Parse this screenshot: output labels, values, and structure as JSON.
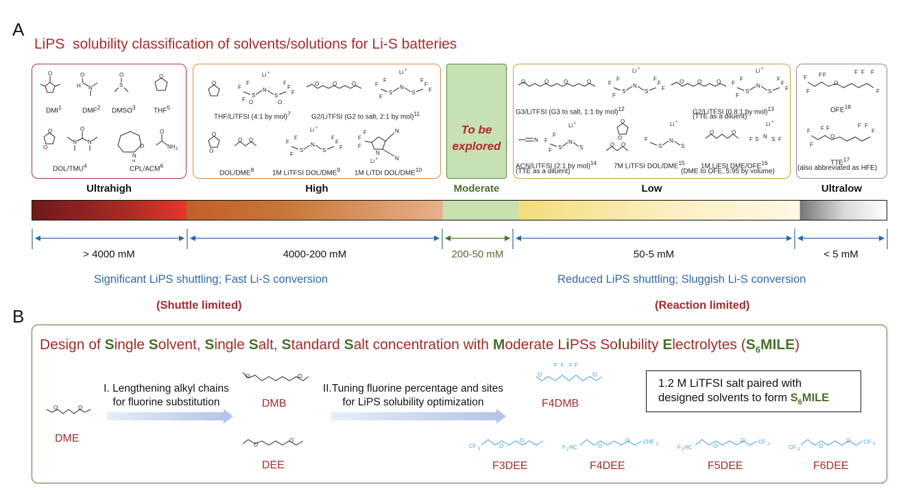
{
  "panelA": {
    "letter": "A",
    "title_lead": "LiPS",
    "title_rest": "solubility classification of solvents/solutions for Li-S batteries",
    "ultrahigh": {
      "category": "Ultrahigh",
      "labels": [
        "DMI",
        "1",
        "DMF",
        "2",
        "DMSO",
        "3",
        "THF",
        "5",
        "DOL/TMU",
        "4",
        "CPL/ACM",
        "6"
      ]
    },
    "high": {
      "category": "High",
      "labels": [
        "THF/LiTFSI (4:1 by mol)",
        "7",
        "G2/LiTFSI (G2 to salt, 2:1 by mol)",
        "11",
        "DOL/DME",
        "8",
        "1M LiTFSI DOL/DME",
        "9",
        "1M LiTDI DOL/DME",
        "10"
      ]
    },
    "moderate": {
      "category": "Moderate",
      "line1": "To be",
      "line2": "explored"
    },
    "low": {
      "category": "Low",
      "labels": [
        "G3/LiTFSI (G3 to salt, 1:1 by mol)",
        "12",
        "G2/LiTFSI (0.8:1 by mol)",
        "13",
        "(TTE as a diluent)",
        "ACN/LiTFSI (2:1 by mol)",
        "14",
        "(TTE as a diluent)",
        "7M LiTFSI DOL/DME",
        "15",
        "1M LiFSI DME/OFE",
        "16",
        "(DME to OFE, 5:95 by volume)"
      ]
    },
    "ultralow": {
      "category": "Ultralow",
      "labels": [
        "OFE",
        "18",
        "TTE",
        "17",
        "(also abbreviated as HFE)"
      ]
    },
    "ranges": [
      "> 4000 mM",
      "4000-200 mM",
      "200-50 mM",
      "50-5 mM",
      "< 5 mM"
    ],
    "note_left": "Significant LiPS shuttling; Fast Li-S conversion",
    "note_right": "Reduced LiPS shuttling; Sluggish Li-S conversion",
    "limit_left": "(Shuttle limited)",
    "limit_right": "(Reaction limited)",
    "colors": {
      "ultrahigh": "#b03030",
      "high": "#e08a3c",
      "moderate": "#5a8a3a",
      "low": "#c9a22a",
      "ultralow": "#888888"
    }
  },
  "panelB": {
    "letter": "B",
    "title": {
      "p1": "Design of ",
      "s1": "S",
      "p2": "ingle ",
      "s2": "S",
      "p3": "olvent, ",
      "s3": "S",
      "p4": "ingle ",
      "s4": "S",
      "p5": "alt, ",
      "s5": "S",
      "p6": "tandard ",
      "s6": "S",
      "p7": "alt concentration with ",
      "m": "M",
      "p8": "oderate L",
      "i": "i",
      "p9": "PSs So",
      "l": "l",
      "p10": "ubility ",
      "e": "E",
      "p11": "lectrolytes (",
      "smile_s": "S",
      "smile_sub": "6",
      "smile_rest": "MILE",
      "p12": ")"
    },
    "step1": [
      "I. Lengthening alkyl chains",
      "for fluorine substitution"
    ],
    "step2": [
      "II.Tuning fluorine percentage and sites",
      "for LiPS solubility optimization"
    ],
    "molecules": [
      "DME",
      "DMB",
      "DEE",
      "F4DMB",
      "F3DEE",
      "F4DEE",
      "F5DEE",
      "F6DEE"
    ],
    "callout": {
      "line1": "1.2 M LiTFSI salt paired with",
      "line2": "designed solvents to form ",
      "s": "S",
      "sub": "6",
      "rest": "MILE"
    }
  }
}
